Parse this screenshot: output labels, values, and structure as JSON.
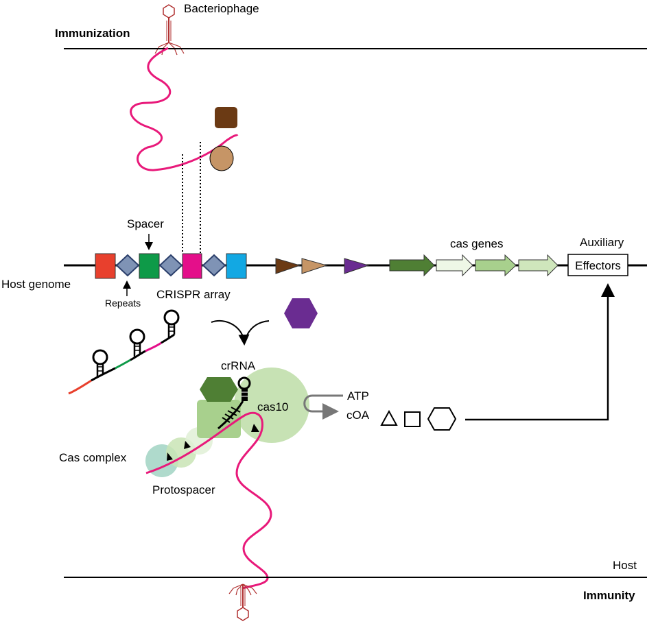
{
  "labels": {
    "bacteriophage": "Bacteriophage",
    "immunization": "Immunization",
    "spacer": "Spacer",
    "host_genome": "Host genome",
    "repeats": "Repeats",
    "crispr_array": "CRISPR array",
    "cas_genes": "cas genes",
    "auxiliary": "Auxiliary",
    "effectors": "Effectors",
    "crrna": "crRNA",
    "cas10": "cas10",
    "atp": "ATP",
    "coa": "cOA",
    "cas_complex": "Cas complex",
    "protospacer": "Protospacer",
    "host": "Host",
    "immunity": "Immunity"
  },
  "colors": {
    "phage_dna": "#e8197a",
    "phage_outline": "#b03030",
    "repeat_diamond": "#7f93b5",
    "spacer_red": "#e8402d",
    "spacer_green": "#0e9a48",
    "spacer_magenta": "#e40f8a",
    "spacer_blue": "#12a8e3",
    "brown_dark": "#6b3a14",
    "brown_light": "#c69566",
    "purple": "#6a2c91",
    "cas_green_dark": "#4f7f34",
    "cas_green_mid": "#a8d08d",
    "cas_green_light": "#dff0d3",
    "complex_green": "#a8d08d",
    "complex_light": "#c9e4b5",
    "complex_teal": "#a6d6c6"
  }
}
